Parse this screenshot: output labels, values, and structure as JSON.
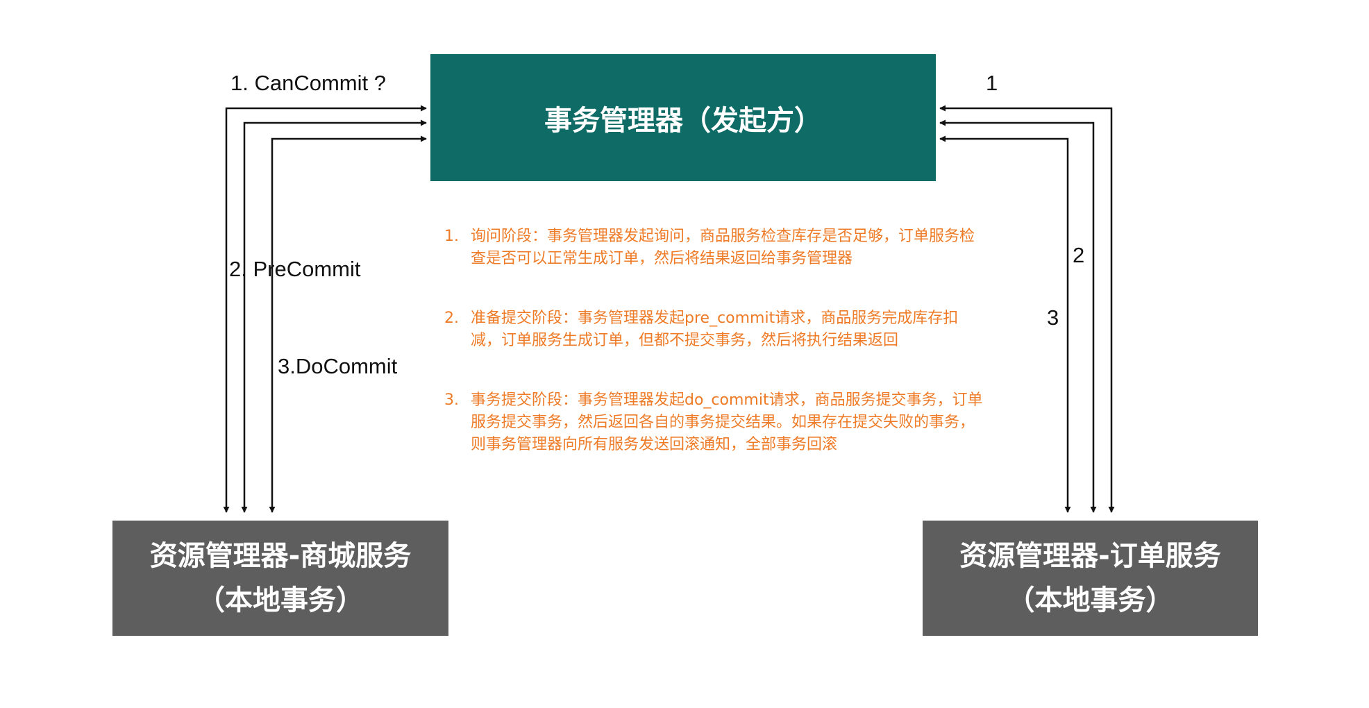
{
  "colors": {
    "coordinator_fill": "#0e6b65",
    "resource_fill": "#5e5e5e",
    "note_text": "#ee7b27",
    "line": "#111111"
  },
  "coordinator": {
    "label": "事务管理器（发起方）"
  },
  "resource_mall": {
    "line1": "资源管理器-商城服务",
    "line2": "（本地事务）"
  },
  "resource_order": {
    "line1": "资源管理器-订单服务",
    "line2": "（本地事务）"
  },
  "left_labels": {
    "phase1": "1. CanCommit ?",
    "phase2": "2. PreCommit",
    "phase3": "3.DoCommit"
  },
  "right_labels": {
    "phase1": "1",
    "phase2": "2",
    "phase3": "3"
  },
  "notes": [
    {
      "num": "1.",
      "text": "询问阶段：事务管理器发起询问，商品服务检查库存是否足够，订单服务检查是否可以正常生成订单，然后将结果返回给事务管理器"
    },
    {
      "num": "2.",
      "text": "准备提交阶段：事务管理器发起pre_commit请求，商品服务完成库存扣减，订单服务生成订单，但都不提交事务，然后将执行结果返回"
    },
    {
      "num": "3.",
      "text": "事务提交阶段：事务管理器发起do_commit请求，商品服务提交事务，订单服务提交事务，然后返回各自的事务提交结果。如果存在提交失败的事务，则事务管理器向所有服务发送回滚通知，全部事务回滚"
    }
  ]
}
